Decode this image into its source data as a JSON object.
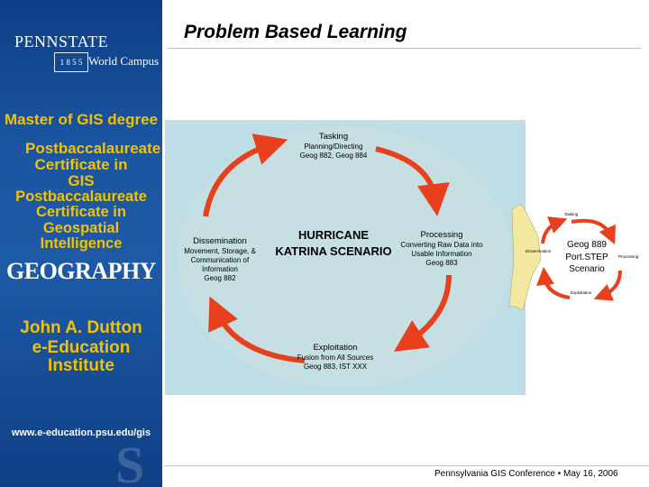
{
  "slide": {
    "title": "Problem Based Learning",
    "footer": "Pennsylvania GIS Conference • May 16, 2006"
  },
  "sidebar": {
    "logo_text": "PENNSTATE",
    "shield_text": "1 8 5 5",
    "world_campus": "World Campus",
    "programs": [
      "Master of GIS degree",
      "Postbaccalaureate Certificate in GIS",
      "Postbaccalaureate Certificate in Geospatial Intelligence"
    ],
    "geography": "GEOGRAPHY",
    "institute_line1": "John A. Dutton",
    "institute_line2": "e-Education Institute",
    "url": "www.e-education.psu.edu/gis"
  },
  "cycle": {
    "center_title": "HURRICANE KATRINA SCENARIO",
    "tasking": {
      "head": "Tasking",
      "line1": "Planning/Directing",
      "line2": "Geog 882, Geog 884"
    },
    "processing": {
      "head": "Processing",
      "line1": "Converting Raw Data into",
      "line2": "Usable Information",
      "line3": "Geog 883"
    },
    "exploitation": {
      "head": "Exploitation",
      "line1": "Fusion from All Sources",
      "line2": "Geog 883, IST XXX"
    },
    "dissemination": {
      "head": "Dissemination",
      "line1": "Movement, Storage, &",
      "line2": "Communication of",
      "line3": "Information",
      "line4": "Geog 882"
    }
  },
  "mini_cycle": {
    "course": "Geog 889",
    "scenario_line1": "Port.STEP",
    "scenario_line2": "Scenario",
    "tasking": "Tasking",
    "processing": "Processing",
    "exploitation": "Exploitation",
    "dissemination": "Dissemination"
  },
  "colors": {
    "sidebar_blue": "#1b55a0",
    "gold_text": "#f2c200",
    "arrow_red": "#e8401c",
    "panel_teal": "#bedde4",
    "connector_yellow": "#f3e8a0"
  }
}
